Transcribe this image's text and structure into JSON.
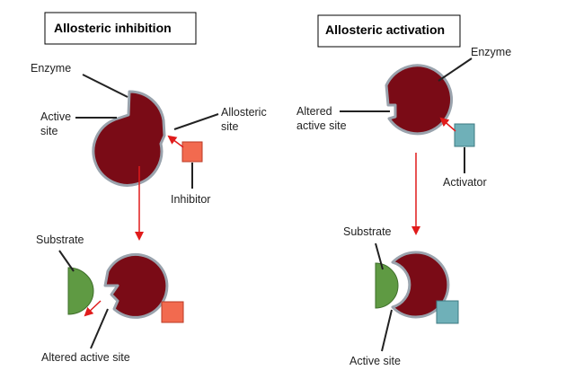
{
  "panels": {
    "inhibition": {
      "title": "Allosteric inhibition",
      "labels": {
        "enzyme": "Enzyme",
        "active_site_line1": "Active",
        "active_site_line2": "site",
        "allosteric_site_line1": "Allosteric",
        "allosteric_site_line2": "site",
        "inhibitor": "Inhibitor",
        "substrate": "Substrate",
        "altered_active_site": "Altered active site"
      }
    },
    "activation": {
      "title": "Allosteric activation",
      "labels": {
        "enzyme": "Enzyme",
        "altered_active_site_line1": "Altered",
        "altered_active_site_line2": "active site",
        "activator": "Activator",
        "substrate": "Substrate",
        "active_site": "Active site"
      }
    }
  },
  "colors": {
    "enzyme_fill": "#7a0b16",
    "enzyme_outline": "#9aa3ad",
    "inhibitor": "#f26a4f",
    "activator": "#6fb0b8",
    "substrate": "#5f9a43",
    "arrow": "#e01b1b"
  }
}
